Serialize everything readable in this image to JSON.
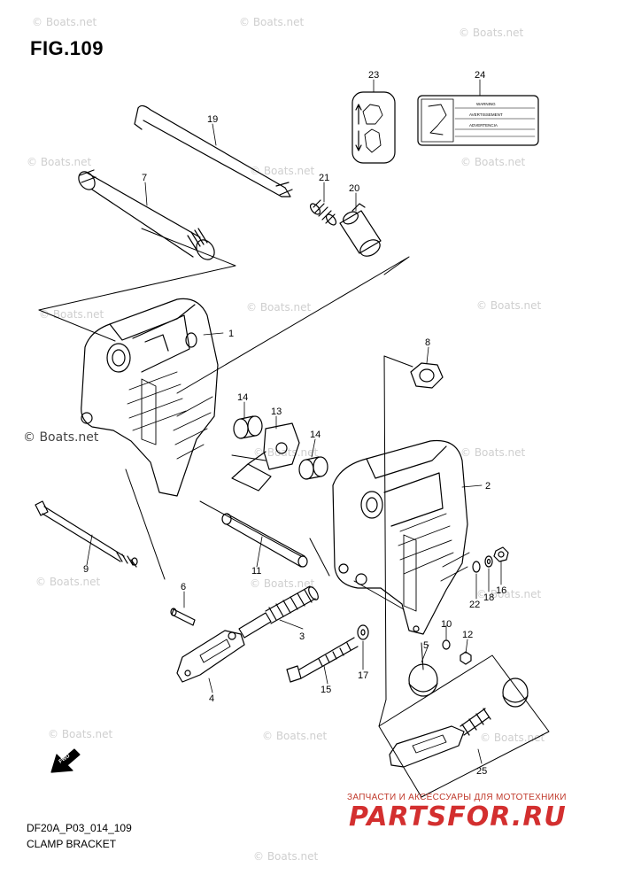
{
  "figure": {
    "title": "FIG.109",
    "code": "DF20A_P03_014_109",
    "caption": "CLAMP BRACKET",
    "watermark": "© Boats.net",
    "fwd_label": "FWD"
  },
  "labels": [
    "1",
    "2",
    "3",
    "4",
    "5",
    "6",
    "7",
    "8",
    "9",
    "10",
    "11",
    "12",
    "13",
    "14",
    "14",
    "15",
    "16",
    "17",
    "18",
    "19",
    "20",
    "21",
    "22",
    "23",
    "24",
    "25"
  ],
  "decal_lines": [
    "WARNING",
    "AVERTISSEMENT",
    "ADVERTENCIA"
  ],
  "logo": {
    "tagline": "ЗАПЧАСТИ И АКСЕССУАРЫ ДЛЯ МОТОТЕХНИКИ",
    "wordmark": "PARTSFOR.RU",
    "color": "#d32f2f"
  }
}
